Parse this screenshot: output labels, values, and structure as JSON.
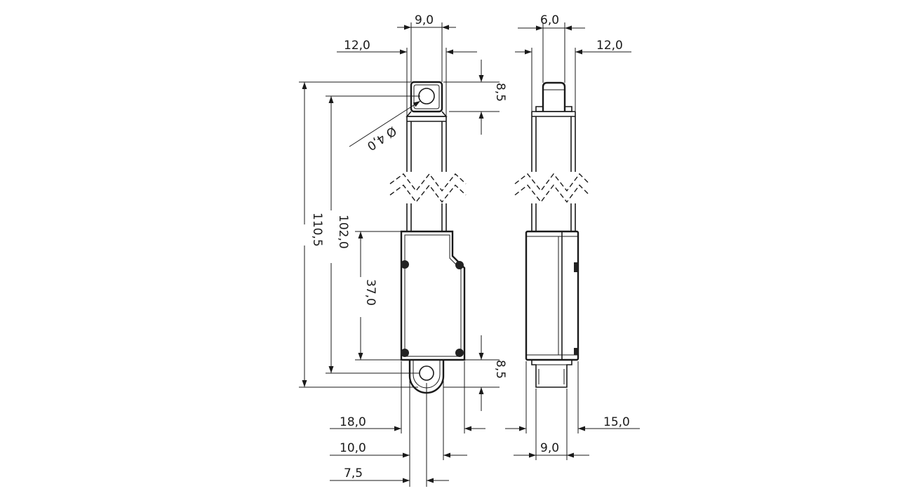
{
  "front_view": {
    "dim_top_width": "9,0",
    "dim_top_outer": "12,0",
    "dim_top_eye_height": "8,5",
    "dim_hole_diameter": "Ø 4,0",
    "dim_total_length": "110,5",
    "dim_hole_to_hole": "102,0",
    "dim_body_length": "37,0",
    "dim_bottom_eye_height": "8,5",
    "dim_body_width": "18,0",
    "dim_bottom_eye_width": "10,0",
    "dim_bottom_half": "7,5"
  },
  "side_view": {
    "dim_top_width": "6,0",
    "dim_top_outer": "12,0",
    "dim_body_depth": "15,0",
    "dim_bottom_width": "9,0"
  }
}
